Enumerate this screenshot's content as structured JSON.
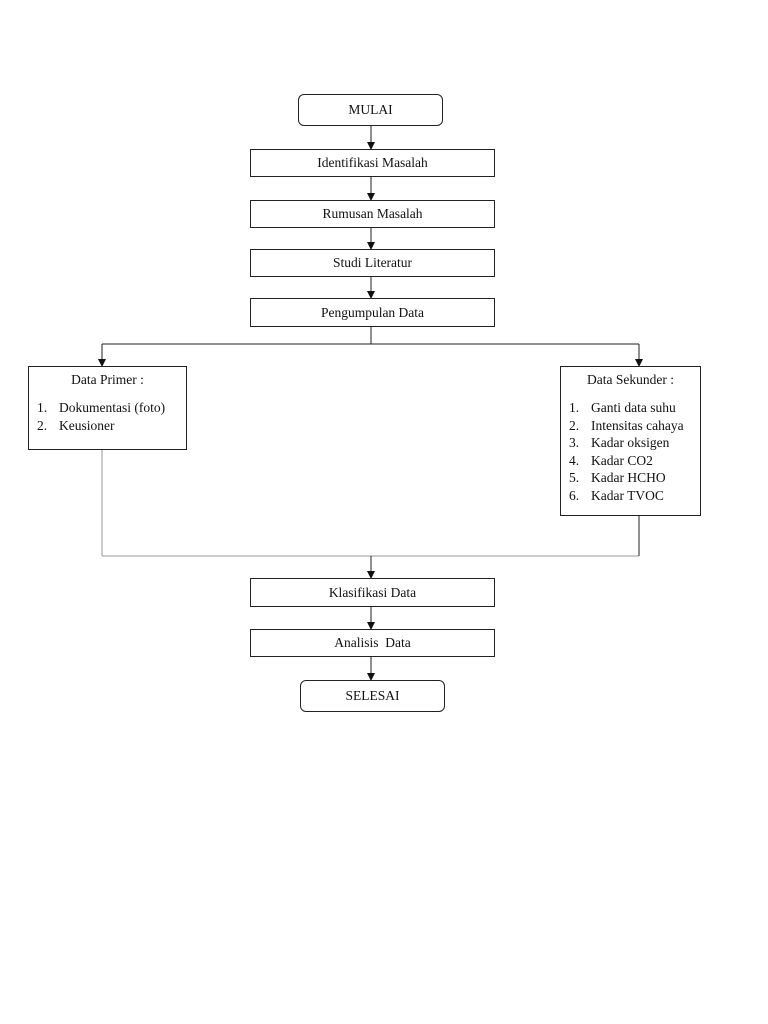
{
  "flow": {
    "start": "MULAI",
    "identifikasi": "Identifikasi Masalah",
    "rumusan": "Rumusan Masalah",
    "studi": "Studi Literatur",
    "pengumpulan": "Pengumpulan Data",
    "klasifikasi": "Klasifikasi Data",
    "analisis": "Analisis  Data",
    "end": "SELESAI"
  },
  "primer": {
    "heading": "Data Primer :",
    "items": [
      {
        "num": "1.",
        "text": "Dokumentasi (foto)"
      },
      {
        "num": "2.",
        "text": "Keusioner"
      }
    ]
  },
  "sekunder": {
    "heading": "Data Sekunder :",
    "items": [
      {
        "num": "1.",
        "text": "Ganti data suhu"
      },
      {
        "num": "2.",
        "text": "Intensitas cahaya"
      },
      {
        "num": "3.",
        "text": "Kadar oksigen"
      },
      {
        "num": "4.",
        "text": "Kadar CO2"
      },
      {
        "num": "5.",
        "text": "Kadar HCHO"
      },
      {
        "num": "6.",
        "text": "Kadar TVOC"
      }
    ]
  }
}
